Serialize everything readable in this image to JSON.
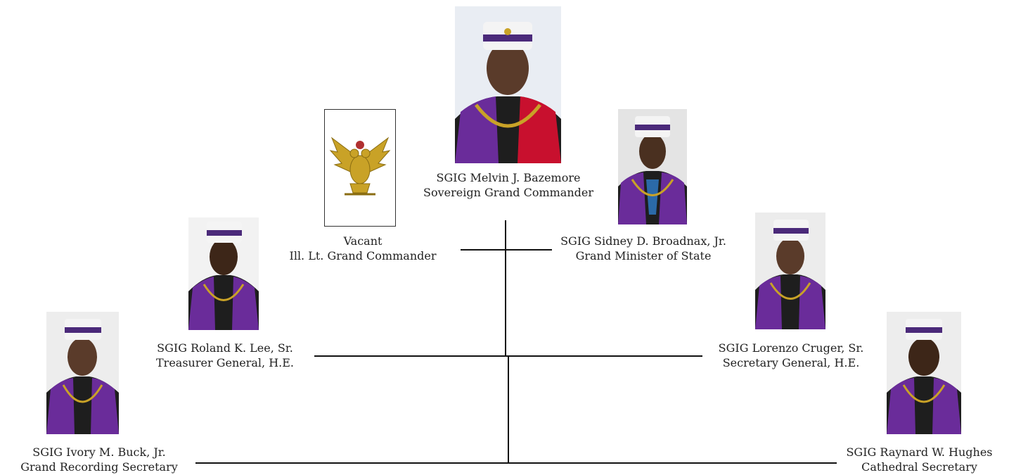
{
  "members": {
    "commander": {
      "name": "SGIG Melvin J. Bazemore",
      "title": "Sovereign Grand Commander"
    },
    "lt_commander": {
      "name": "Vacant",
      "title": "Ill. Lt. Grand Commander"
    },
    "minister_state": {
      "name": "SGIG Sidney D. Broadnax, Jr.",
      "title": "Grand Minister of State"
    },
    "treasurer": {
      "name": "SGIG Roland K. Lee, Sr.",
      "title": "Treasurer General, H.E."
    },
    "secretary_general": {
      "name": "SGIG Lorenzo Cruger, Sr.",
      "title": "Secretary General, H.E."
    },
    "recording_secretary": {
      "name": "SGIG Ivory M. Buck, Jr.",
      "title": "Grand Recording Secretary"
    },
    "cathedral_secretary": {
      "name": "SGIG Raynard W. Hughes",
      "title": "Cathedral Secretary"
    }
  },
  "colors": {
    "line": "#111111",
    "robe_purple": "#6a2c9a",
    "robe_red": "#c8102e",
    "cap_white": "#f4f4f4",
    "gold": "#c9a227"
  },
  "icons": {
    "emblem": "double-headed-eagle-emblem"
  }
}
